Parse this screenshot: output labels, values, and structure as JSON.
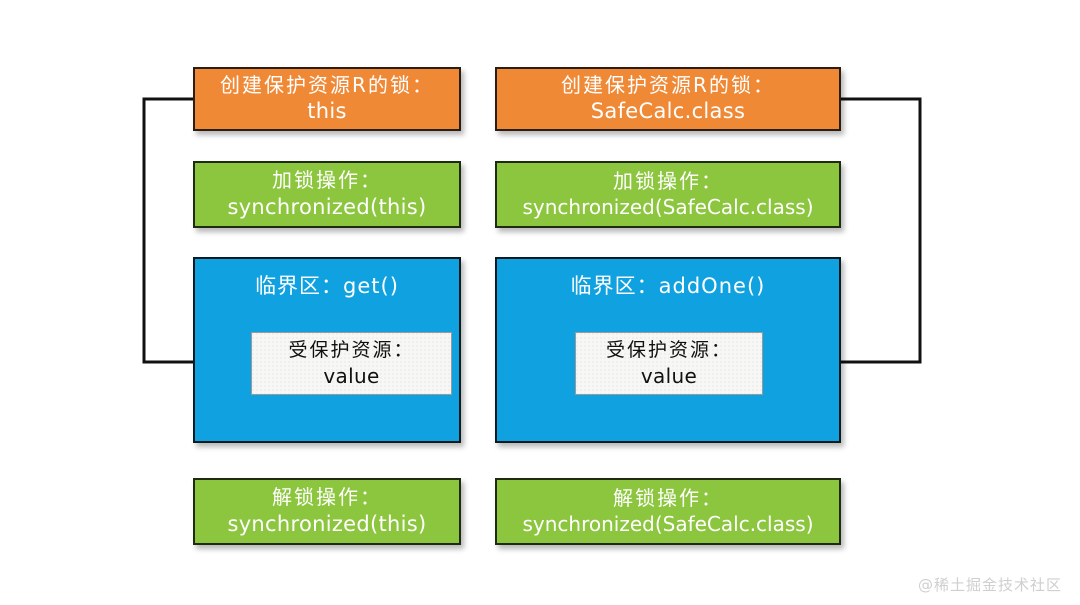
{
  "diagram": {
    "title_watermark": "@稀土掘金技术社区",
    "colors": {
      "orange": "#ef8936",
      "green": "#8cc63e",
      "blue": "#10a2e0",
      "inner_bg": "#f7f7f5",
      "line": "#111111"
    },
    "columns": [
      {
        "id": "instance-lock-column",
        "lock_creation": {
          "line1": "创建保护资源R的锁：",
          "line2": "this"
        },
        "lock_operation": {
          "line1": "加锁操作：",
          "line2": "synchronized(this)"
        },
        "critical_section": {
          "title": "临界区：get()",
          "protected_resource": {
            "line1": "受保护资源：",
            "line2": "value"
          }
        },
        "unlock_operation": {
          "line1": "解锁操作：",
          "line2": "synchronized(this)"
        }
      },
      {
        "id": "class-lock-column",
        "lock_creation": {
          "line1": "创建保护资源R的锁：",
          "line2": "SafeCalc.class"
        },
        "lock_operation": {
          "line1": "加锁操作：",
          "line2": "synchronized(SafeCalc.class)"
        },
        "critical_section": {
          "title": "临界区：addOne()",
          "protected_resource": {
            "line1": "受保护资源：",
            "line2": "value"
          }
        },
        "unlock_operation": {
          "line1": "解锁操作：",
          "line2": "synchronized(SafeCalc.class)"
        }
      }
    ],
    "connectors": [
      {
        "id": "left-lock-to-resource",
        "from": "instance lock creation box",
        "to": "get() protected resource",
        "direction": "right"
      },
      {
        "id": "right-lock-to-resource",
        "from": "class lock creation box",
        "to": "addOne() protected resource",
        "direction": "left"
      }
    ]
  }
}
